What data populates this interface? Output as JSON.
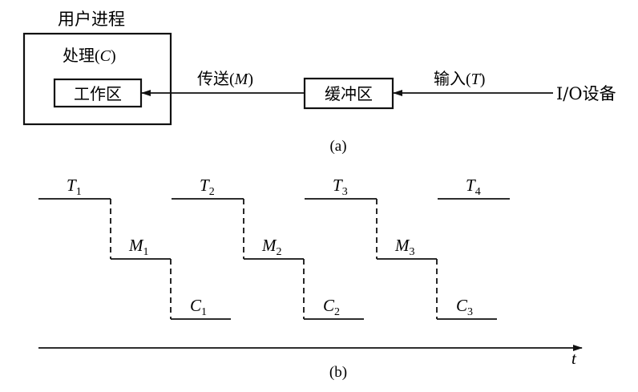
{
  "part_a": {
    "user_process_label": "用户进程",
    "process_label": "处理",
    "process_symbol": "C",
    "workspace_label": "工作区",
    "transfer_label": "传送",
    "transfer_symbol": "M",
    "buffer_label": "缓冲区",
    "input_label": "输入",
    "input_symbol": "T",
    "device_label": "I/O设备",
    "caption": "(a)"
  },
  "part_b": {
    "caption": "(b)",
    "time_axis_label": "t",
    "cycles": [
      {
        "t": "T",
        "t_sub": "1",
        "m": "M",
        "m_sub": "1",
        "c": "C",
        "c_sub": "1"
      },
      {
        "t": "T",
        "t_sub": "2",
        "m": "M",
        "m_sub": "2",
        "c": "C",
        "c_sub": "2"
      },
      {
        "t": "T",
        "t_sub": "3",
        "m": "M",
        "m_sub": "3",
        "c": "C",
        "c_sub": "3"
      }
    ],
    "last": {
      "t": "T",
      "t_sub": "4"
    }
  }
}
